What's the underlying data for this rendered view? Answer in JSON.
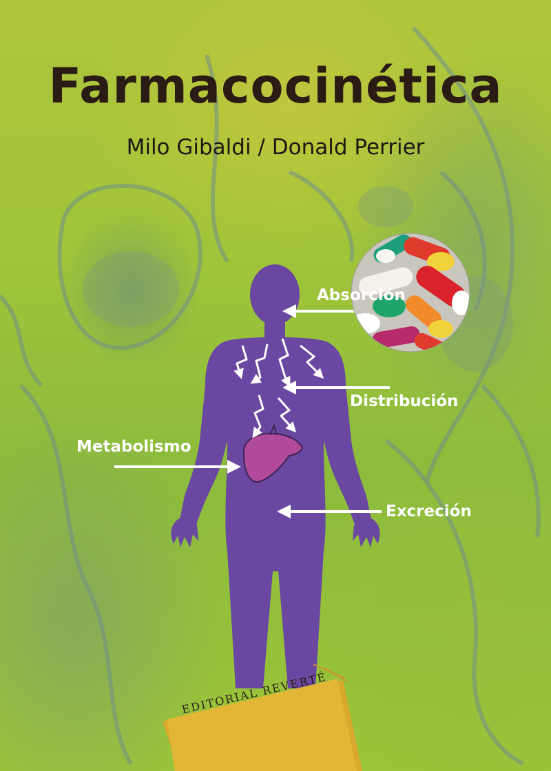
{
  "cover": {
    "title": "Farmacocinética",
    "authors": "Milo Gibaldi / Donald Perrier",
    "publisher": "EDITORIAL REVERTÉ"
  },
  "diagram": {
    "labels": {
      "absorption": "Absorción",
      "distribution": "Distribución",
      "metabolism": "Metabolismo",
      "excretion": "Excreción"
    }
  },
  "colors": {
    "figure": "#6a47a0",
    "liver": "#b24a9c",
    "arrows": "#ffffff",
    "title": "#2b1b15",
    "publisher_band": "#e4b636"
  }
}
